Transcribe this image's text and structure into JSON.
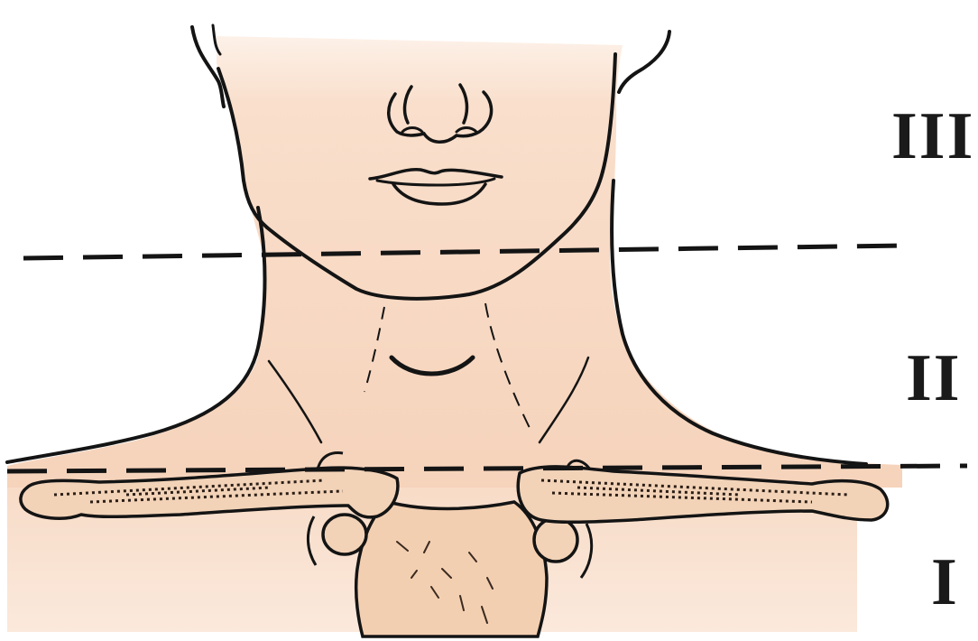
{
  "zones": [
    {
      "id": "III",
      "label": "III"
    },
    {
      "id": "II",
      "label": "II"
    },
    {
      "id": "I",
      "label": "I"
    }
  ],
  "colors": {
    "skin": "#f8dcc8",
    "bone": "#f2d3b8",
    "outline": "#141414",
    "background": "#ffffff"
  }
}
